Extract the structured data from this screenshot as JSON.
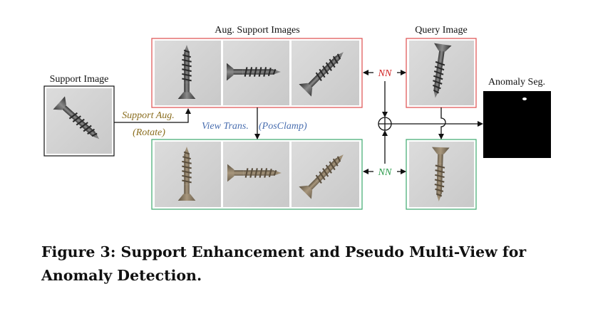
{
  "labels": {
    "support_image": "Support Image",
    "aug_support_images": "Aug. Support Images",
    "query_image": "Query Image",
    "anomaly_seg": "Anomaly Seg.",
    "support_aug": "Support Aug.",
    "rotate": "(Rotate)",
    "view_trans": "View Trans.",
    "pos_clamp": "(PosClamp)",
    "nn_top": "NN",
    "nn_bottom": "NN"
  },
  "colors": {
    "red_box": "#e05a5a",
    "green_box": "#4caf78",
    "support_aug_text": "#8a6d1e",
    "view_trans_text": "#4a6fb0",
    "nn_top_text": "#d02020",
    "nn_bottom_text": "#2a9a4a"
  },
  "caption": {
    "line1": "Figure 3: Support Enhancement and Pseudo Multi-View for",
    "line2": "Anomaly Detection."
  }
}
